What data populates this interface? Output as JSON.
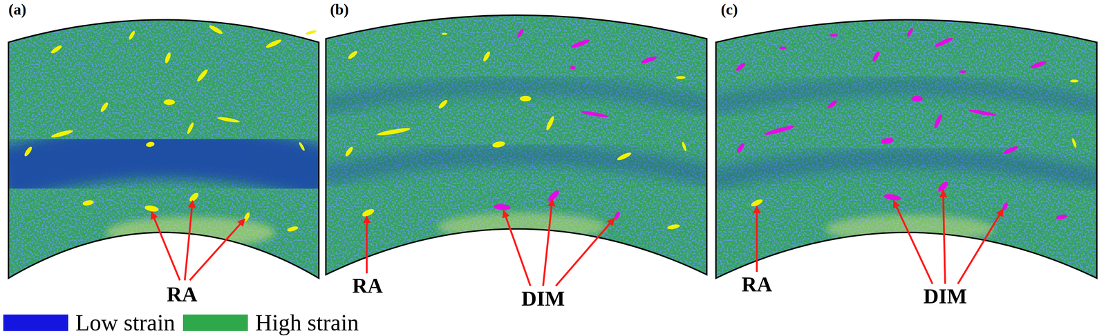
{
  "diagram": {
    "labels": [
      "(a)",
      "(b)",
      "(c)",
      "RA",
      "RA",
      "DIM",
      "RA",
      "DIM"
    ],
    "legend": [
      {
        "text": "Low strain",
        "color": "#1515e0"
      },
      {
        "text": "High strain",
        "color": "#2ea84a"
      }
    ]
  }
}
